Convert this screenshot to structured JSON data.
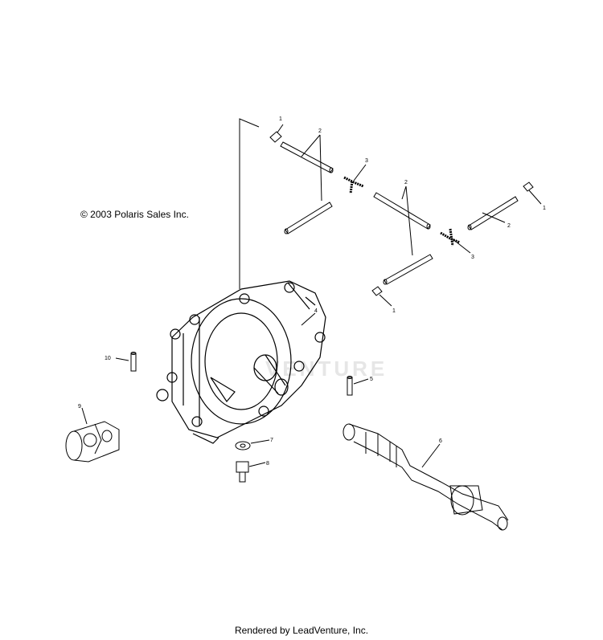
{
  "copyright": "© 2003 Polaris Sales Inc.",
  "footer": "Rendered by LeadVenture, Inc.",
  "watermark": "VENTURE",
  "callouts": [
    "1",
    "2",
    "3",
    "2",
    "1",
    "2",
    "3",
    "1",
    "4",
    "10",
    "5",
    "9",
    "7",
    "8",
    "6"
  ]
}
